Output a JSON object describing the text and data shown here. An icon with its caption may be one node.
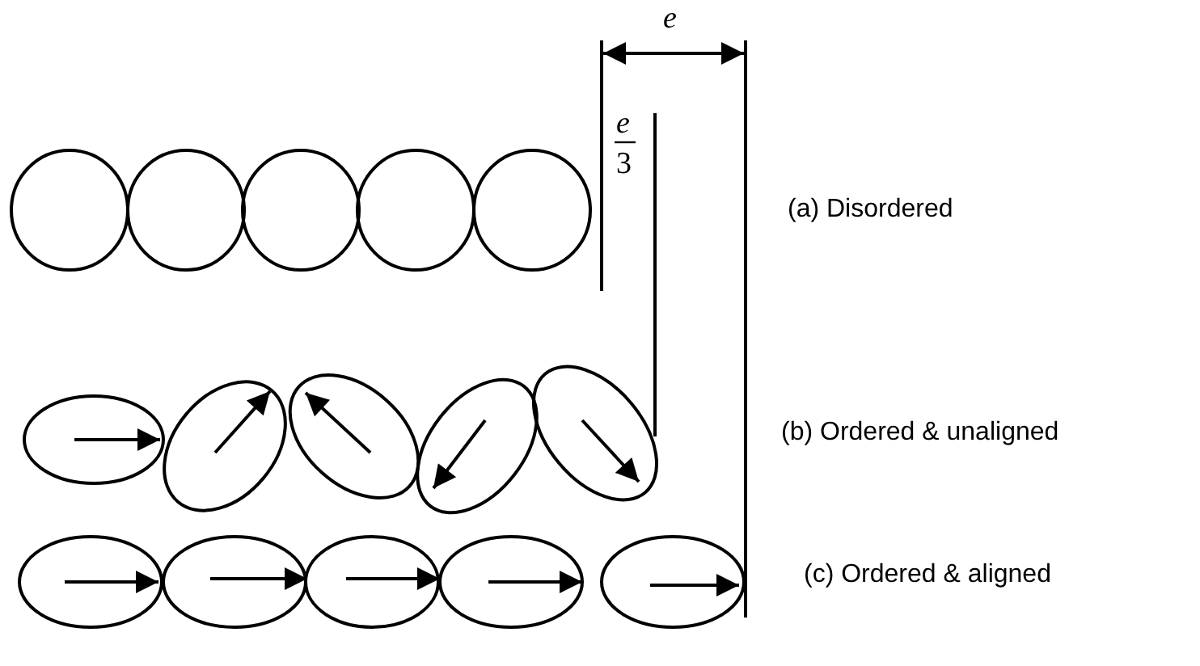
{
  "diagram": {
    "labels": [
      "e",
      "e",
      "3",
      "(a) Disordered",
      "(b) Ordered & unaligned",
      "(c) Ordered & aligned"
    ]
  }
}
